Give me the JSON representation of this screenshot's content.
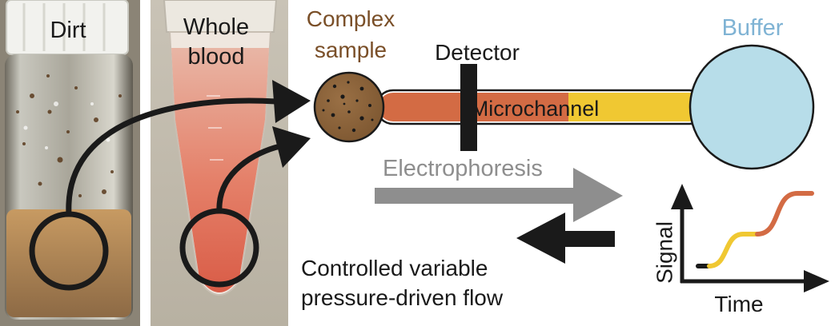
{
  "photos": {
    "dirt_label": "Dirt",
    "blood_label_line1": "Whole",
    "blood_label_line2": "blood"
  },
  "diagram": {
    "complex_sample_line1": "Complex",
    "complex_sample_line2": "sample",
    "detector_label": "Detector",
    "buffer_label": "Buffer",
    "microchannel_label": "Microchannel",
    "electrophoresis_label": "Electrophoresis",
    "flow_label_line1": "Controlled variable",
    "flow_label_line2": "pressure-driven flow"
  },
  "plot": {
    "ylabel": "Signal",
    "xlabel": "Time"
  },
  "colors": {
    "sample_brown": "#8a6238",
    "channel_orange": "#d36b44",
    "channel_yellow": "#f0c832",
    "buffer_blue": "#b7dde9",
    "electrophoresis_gray": "#8e8e8e",
    "label_brown": "#7a4f28",
    "label_blue": "#7fb3d4"
  }
}
